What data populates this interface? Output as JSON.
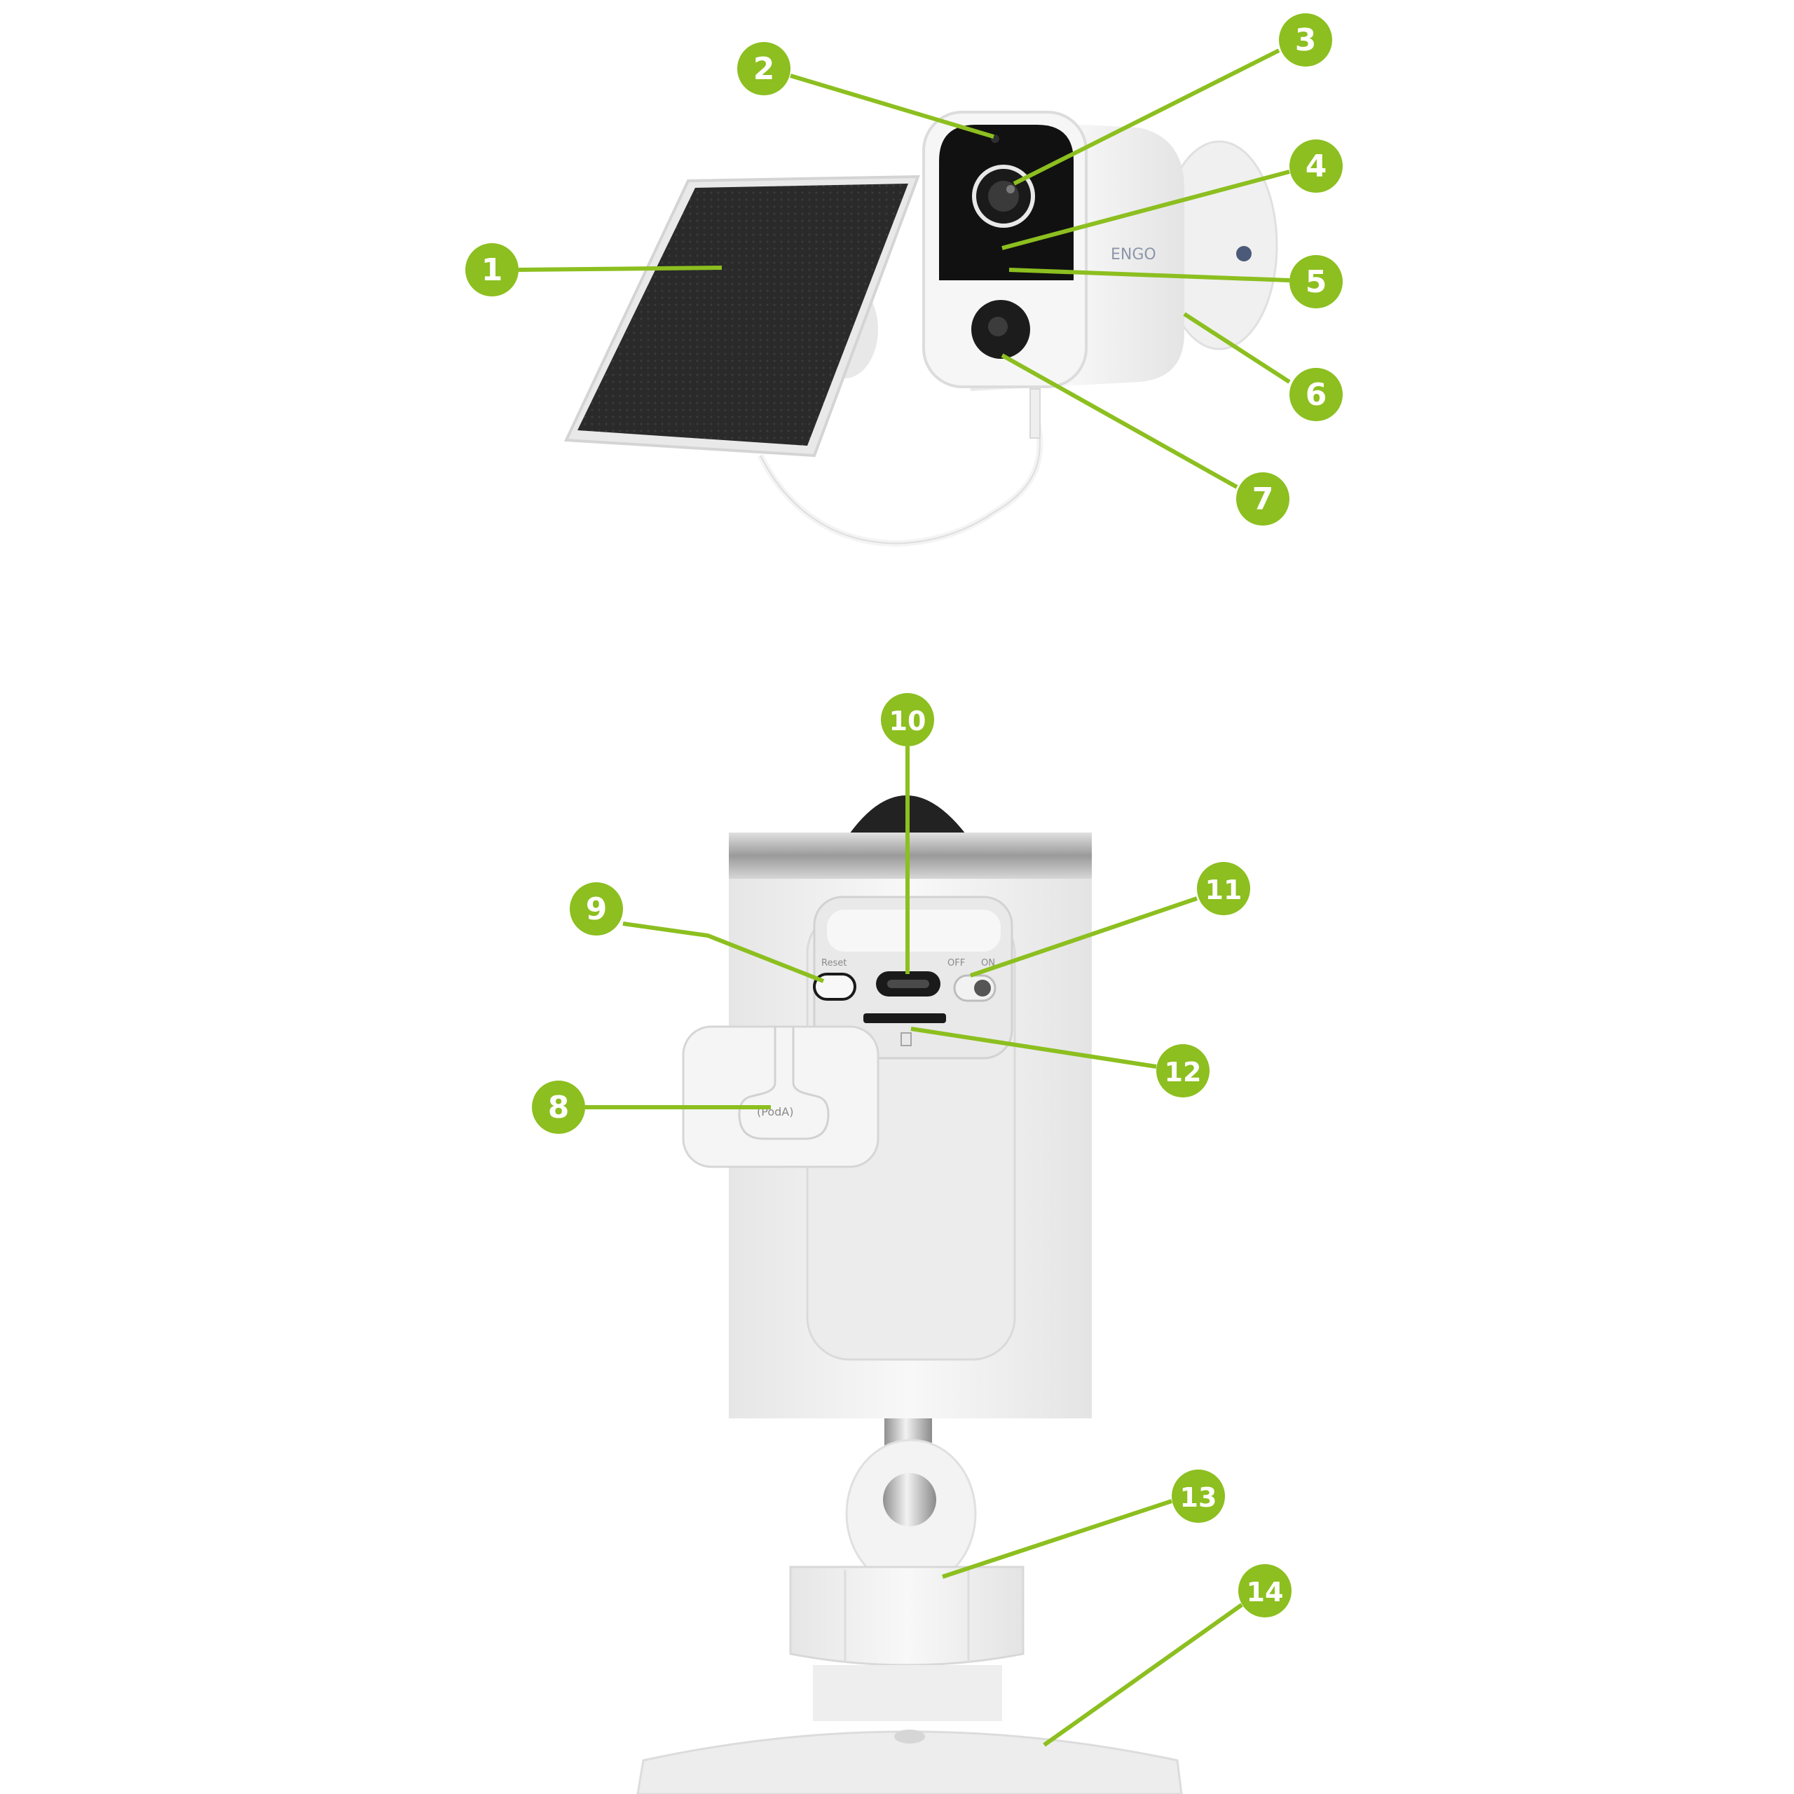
{
  "colors": {
    "accent": "#8cbf1f",
    "label_text": "#ffffff",
    "camera_body": "#f1f1f1",
    "camera_face": "#111111",
    "solar_panel": "#2b2b2b",
    "metal": "#b8b8b8"
  },
  "brand": "ENGO",
  "device_labels": {
    "reset": "Reset",
    "off": "OFF",
    "on": "ON",
    "cover": "(PodA)"
  },
  "callouts": [
    {
      "id": "callout-1",
      "label": "1"
    },
    {
      "id": "callout-2",
      "label": "2"
    },
    {
      "id": "callout-3",
      "label": "3"
    },
    {
      "id": "callout-4",
      "label": "4"
    },
    {
      "id": "callout-5",
      "label": "5"
    },
    {
      "id": "callout-6",
      "label": "6"
    },
    {
      "id": "callout-7",
      "label": "7"
    },
    {
      "id": "callout-8",
      "label": "8"
    },
    {
      "id": "callout-9",
      "label": "9"
    },
    {
      "id": "callout-10",
      "label": "10"
    },
    {
      "id": "callout-11",
      "label": "11"
    },
    {
      "id": "callout-12",
      "label": "12"
    },
    {
      "id": "callout-13",
      "label": "13"
    },
    {
      "id": "callout-14",
      "label": "14"
    }
  ]
}
